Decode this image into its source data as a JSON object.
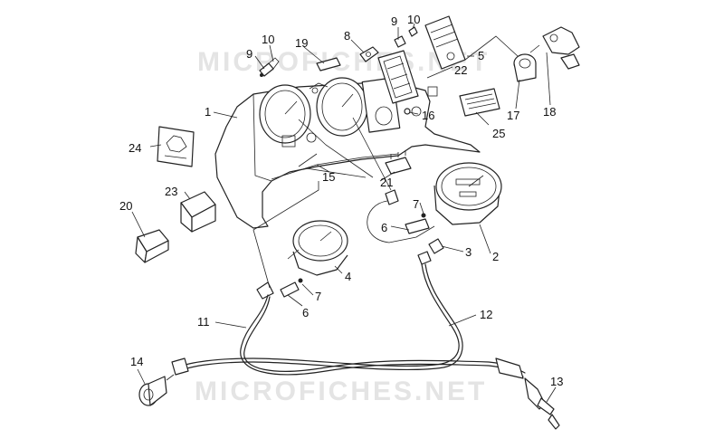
{
  "watermark": {
    "text": "MICROFICHES.NET"
  },
  "callouts": [
    {
      "key": "c1",
      "label": "1"
    },
    {
      "key": "c2",
      "label": "2"
    },
    {
      "key": "c3",
      "label": "3"
    },
    {
      "key": "c4",
      "label": "4"
    },
    {
      "key": "c5",
      "label": "5"
    },
    {
      "key": "c6a",
      "label": "6"
    },
    {
      "key": "c6b",
      "label": "6"
    },
    {
      "key": "c7a",
      "label": "7"
    },
    {
      "key": "c7b",
      "label": "7"
    },
    {
      "key": "c8",
      "label": "8"
    },
    {
      "key": "c9a",
      "label": "9"
    },
    {
      "key": "c9b",
      "label": "9"
    },
    {
      "key": "c10a",
      "label": "10"
    },
    {
      "key": "c10b",
      "label": "10"
    },
    {
      "key": "c11",
      "label": "11"
    },
    {
      "key": "c12",
      "label": "12"
    },
    {
      "key": "c13",
      "label": "13"
    },
    {
      "key": "c14",
      "label": "14"
    },
    {
      "key": "c15",
      "label": "15"
    },
    {
      "key": "c16",
      "label": "16"
    },
    {
      "key": "c17",
      "label": "17"
    },
    {
      "key": "c18",
      "label": "18"
    },
    {
      "key": "c19",
      "label": "19"
    },
    {
      "key": "c20",
      "label": "20"
    },
    {
      "key": "c21",
      "label": "21"
    },
    {
      "key": "c22",
      "label": "22"
    },
    {
      "key": "c23",
      "label": "23"
    },
    {
      "key": "c24",
      "label": "24"
    },
    {
      "key": "c25",
      "label": "25"
    }
  ]
}
